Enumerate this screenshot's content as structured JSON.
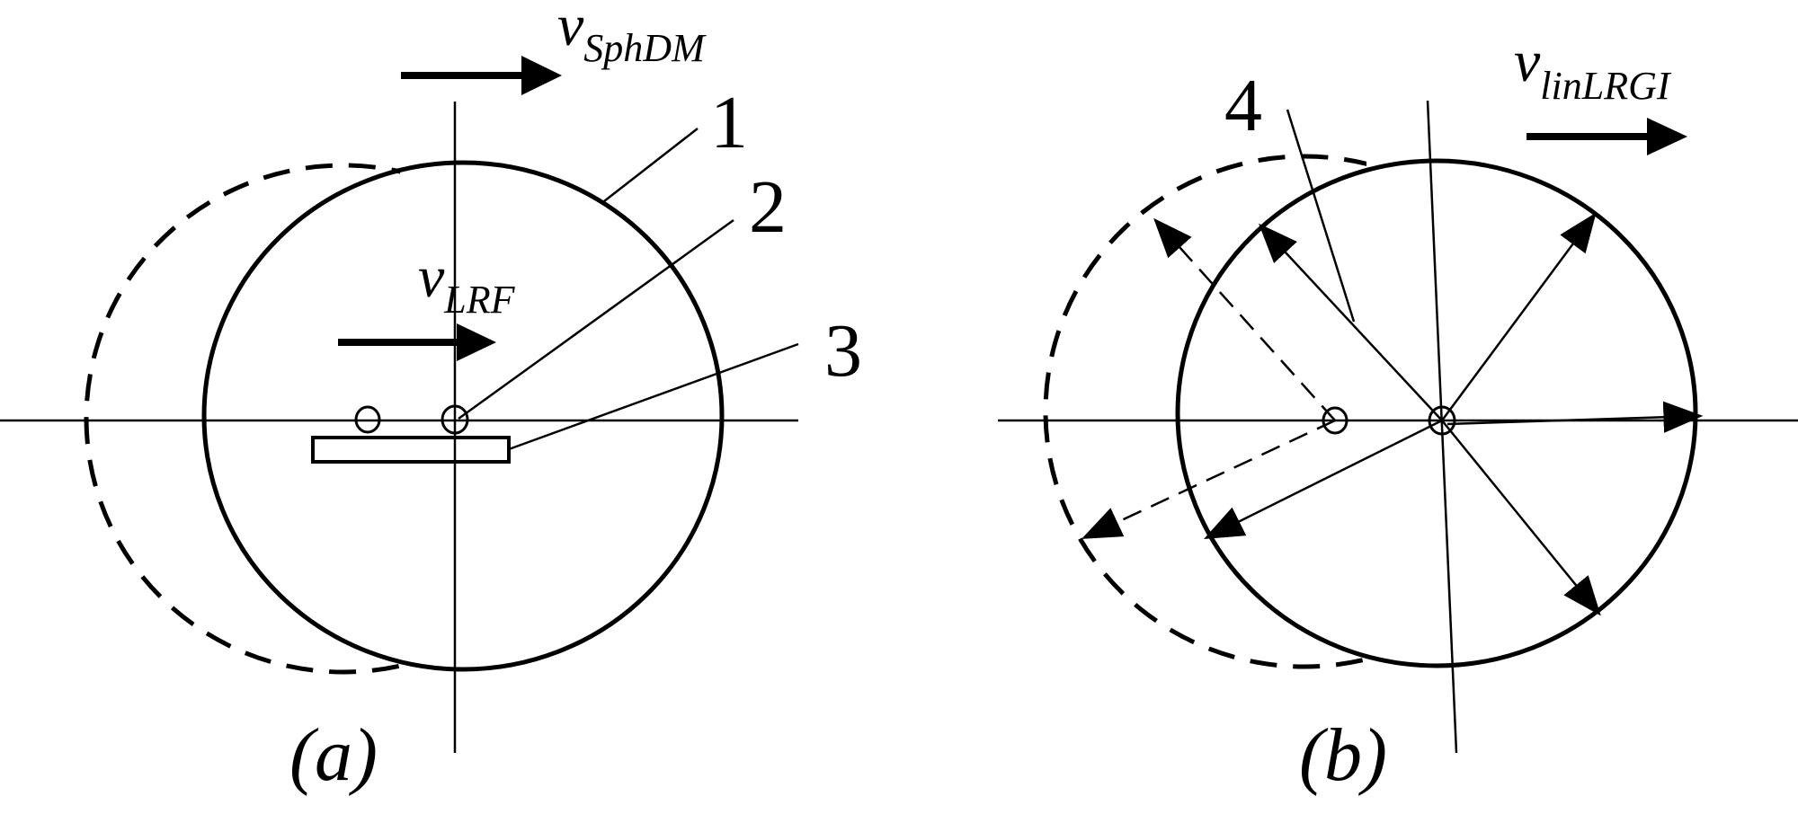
{
  "panels": {
    "a": {
      "caption": "(a)",
      "velocity_top": {
        "symbol": "v",
        "subscript": "SphDM"
      },
      "velocity_inner": {
        "symbol": "v",
        "subscript": "LRF"
      },
      "callouts": [
        "1",
        "2",
        "3"
      ]
    },
    "b": {
      "caption": "(b)",
      "velocity_top": {
        "symbol": "v",
        "subscript": "linLRGI"
      },
      "callouts": [
        "4"
      ]
    }
  },
  "colors": {
    "stroke": "#000000",
    "background": "#ffffff"
  }
}
